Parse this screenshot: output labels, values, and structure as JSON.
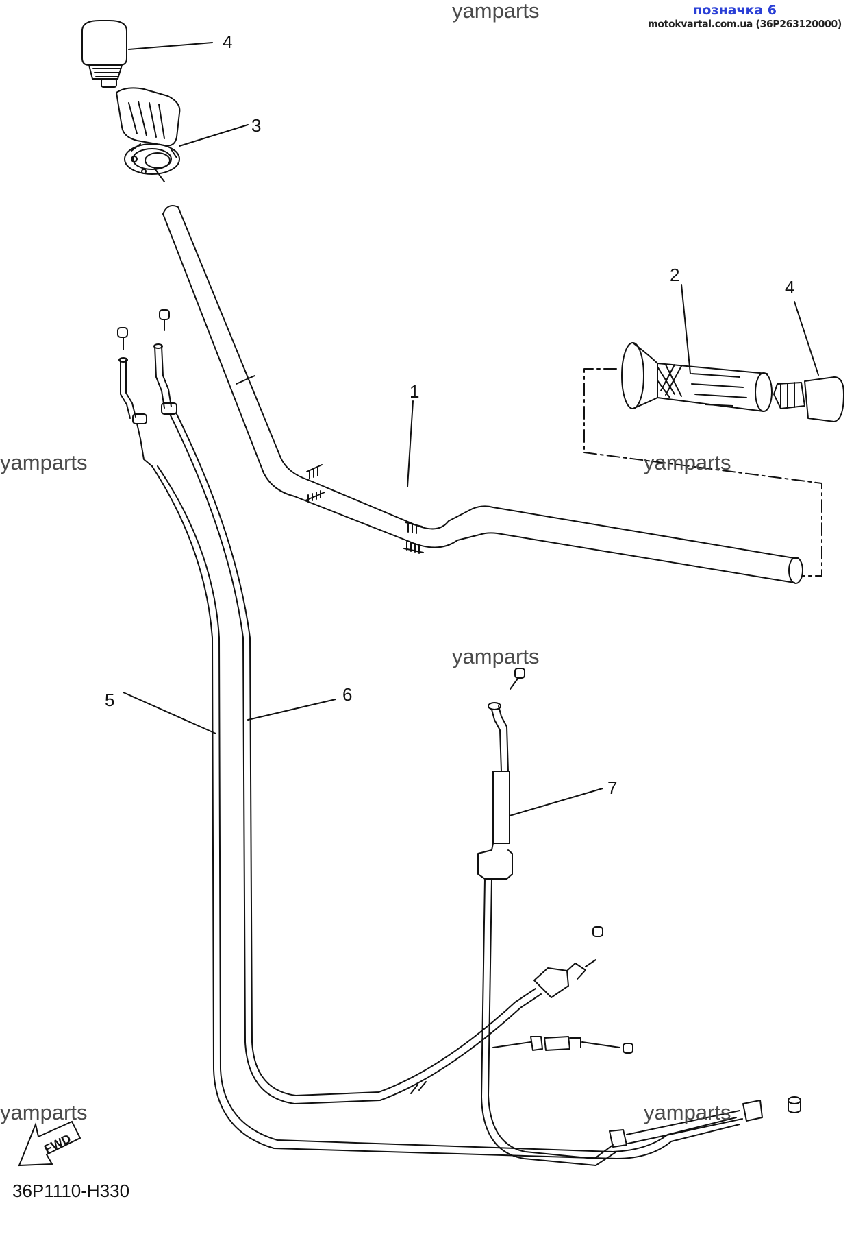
{
  "watermarks": {
    "top": "yamparts",
    "left_mid": "yamparts",
    "right_mid": "yamparts",
    "center": "yamparts",
    "left_bottom": "yamparts",
    "right_bottom": "yamparts"
  },
  "header": {
    "tag_label": "позначка 6",
    "site_ref": "motokvartal.com.ua (36P263120000)"
  },
  "diagram_code": "36P1110-H330",
  "fwd_label": "FWD",
  "callouts": {
    "handlebar": "1",
    "grip_left": "2",
    "throttle_grip": "3",
    "end_weight_right": "4",
    "end_weight_left": "4",
    "cable_5": "5",
    "cable_6": "6",
    "cable_7": "7"
  }
}
